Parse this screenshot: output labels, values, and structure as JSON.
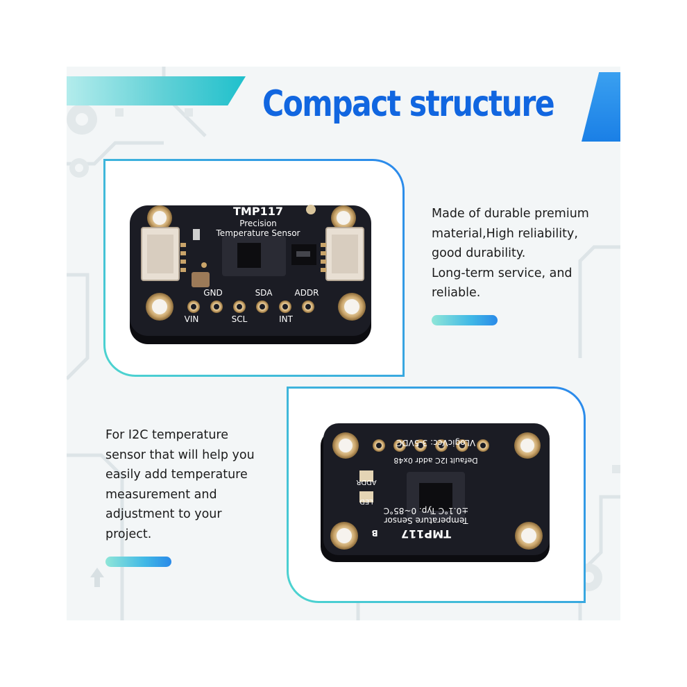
{
  "page": {
    "title": "Compact structure"
  },
  "colors": {
    "title": "#1166e0",
    "accent_teal": "#4dd5cf",
    "accent_blue": "#2a88ec",
    "pcb": "#1a1b22",
    "text": "#1b1b1b"
  },
  "top_product": {
    "silkscreen": {
      "model": "TMP117",
      "line1": "Precision",
      "line2": "Temperature Sensor",
      "pins_top": [
        "GND",
        "SDA",
        "ADDR"
      ],
      "pins_bottom": [
        "VIN",
        "SCL",
        "INT"
      ]
    }
  },
  "bottom_product": {
    "silkscreen": {
      "supply": "VLogicVcc: 3-5VDC",
      "addr": "Default I2C addr 0x48",
      "jumper1": "ADDR",
      "jumper2": "LED",
      "accuracy": "±0.1°C Typ. 0~85°C",
      "name": "Temperature Sensor",
      "model": "TMP117",
      "badge": "B"
    }
  },
  "features": [
    {
      "lines": [
        "Made of durable premium",
        "material,High reliability,",
        "good durability.",
        "Long-term service, and",
        "reliable."
      ]
    },
    {
      "lines": [
        "For I2C temperature",
        "sensor that will help you",
        "easily add temperature",
        "measurement and",
        "adjustment to your",
        "project."
      ]
    }
  ]
}
